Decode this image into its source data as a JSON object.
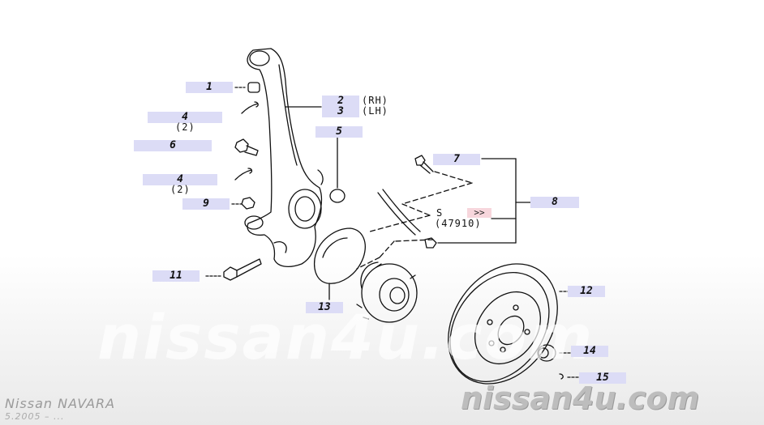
{
  "callouts": {
    "c1": "1",
    "c2": "2",
    "c3": "3",
    "c4a": "4",
    "c4b": "4",
    "c5": "5",
    "c6": "6",
    "c7": "7",
    "c8": "8",
    "c9": "9",
    "c11": "11",
    "c12": "12",
    "c13": "13",
    "c14": "14",
    "c15": "15"
  },
  "annotations": {
    "rh": "(RH)",
    "lh": "(LH)",
    "qty_4a": "(2)",
    "qty_4b": "(2)",
    "section_prefix": "S",
    "section_link": ">>",
    "section_ref": "(47910)"
  },
  "watermark": {
    "big": "nissan4u.com",
    "brand": "nissan4u.com"
  },
  "footer": {
    "model": "Nissan  NAVARA",
    "date": "5.2005  –  ..."
  },
  "colors": {
    "callout_bg": "#dcdcf6",
    "link_bg": "#f7d6dc",
    "line": "#111111"
  }
}
